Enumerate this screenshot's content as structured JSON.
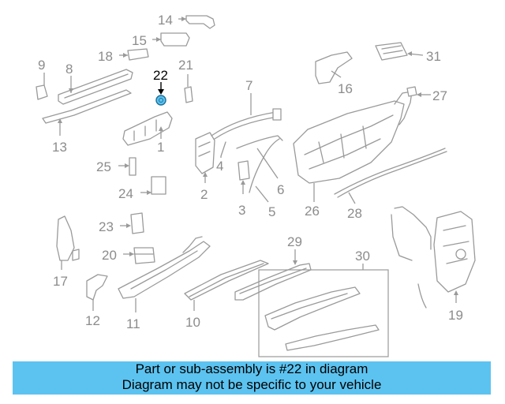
{
  "highlight": {
    "label": "22",
    "color": "#5cc3f0"
  },
  "callouts": [
    "1",
    "2",
    "3",
    "4",
    "5",
    "6",
    "7",
    "8",
    "9",
    "10",
    "11",
    "12",
    "13",
    "14",
    "15",
    "16",
    "17",
    "18",
    "19",
    "20",
    "21",
    "23",
    "24",
    "25",
    "26",
    "27",
    "28",
    "29",
    "30",
    "31"
  ],
  "banner": {
    "line1": "Part or sub-assembly is #22 in diagram",
    "line2": "Diagram may not be specific to your vehicle",
    "color": "#5cc3f0"
  }
}
